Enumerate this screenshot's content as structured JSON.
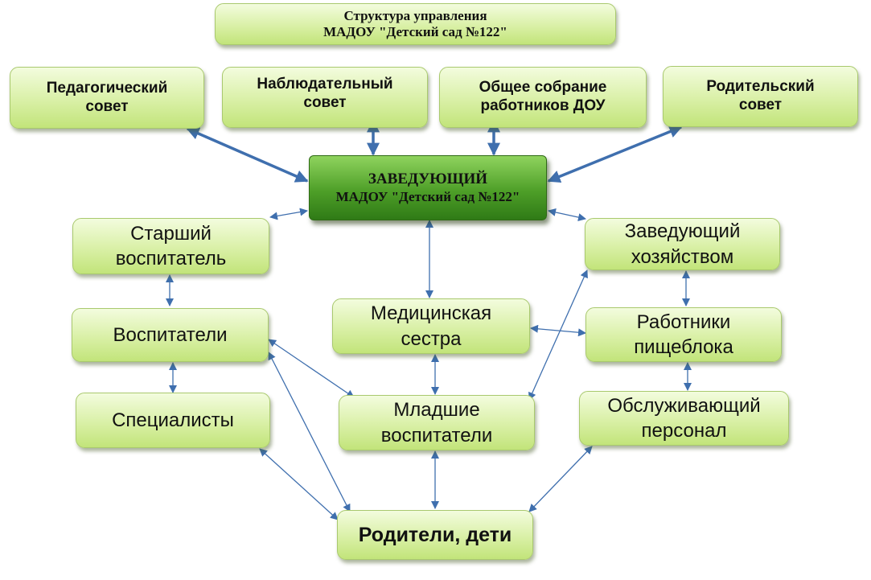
{
  "diagram": {
    "title": {
      "line1": "Структура управления",
      "line2": "МАДОУ \"Детский сад №122\""
    },
    "head": {
      "line1": "ЗАВЕДУЮЩИЙ",
      "line2": "МАДОУ \"Детский сад №122\""
    },
    "councils": [
      {
        "line1": "Педагогический",
        "line2": "совет"
      },
      {
        "line1": "Наблюдательный",
        "line2": "совет"
      },
      {
        "line1": "Общее собрание",
        "line2": "работников ДОУ"
      },
      {
        "line1": "Родительский",
        "line2": "совет"
      }
    ],
    "staff": {
      "senior_teacher": {
        "line1": "Старший",
        "line2": "воспитатель"
      },
      "teachers": {
        "line1": "Воспитатели"
      },
      "specialists": {
        "line1": "Специалисты"
      },
      "nurse": {
        "line1": "Медицинская",
        "line2": "сестра"
      },
      "junior_teachers": {
        "line1": "Младшие",
        "line2": "воспитатели"
      },
      "supply_manager": {
        "line1": "Заведующий",
        "line2": "хозяйством"
      },
      "kitchen_staff": {
        "line1": "Работники",
        "line2": "пищеблока"
      },
      "service_staff": {
        "line1": "Обслуживающий",
        "line2": "персонал"
      },
      "parents_children": {
        "line1": "Родители, дети"
      }
    },
    "colors": {
      "box_light": "#e8f7c4",
      "box_border": "#a9c96e",
      "head_green": "#4e9f28",
      "arrow_blue": "#3f6fae"
    }
  }
}
